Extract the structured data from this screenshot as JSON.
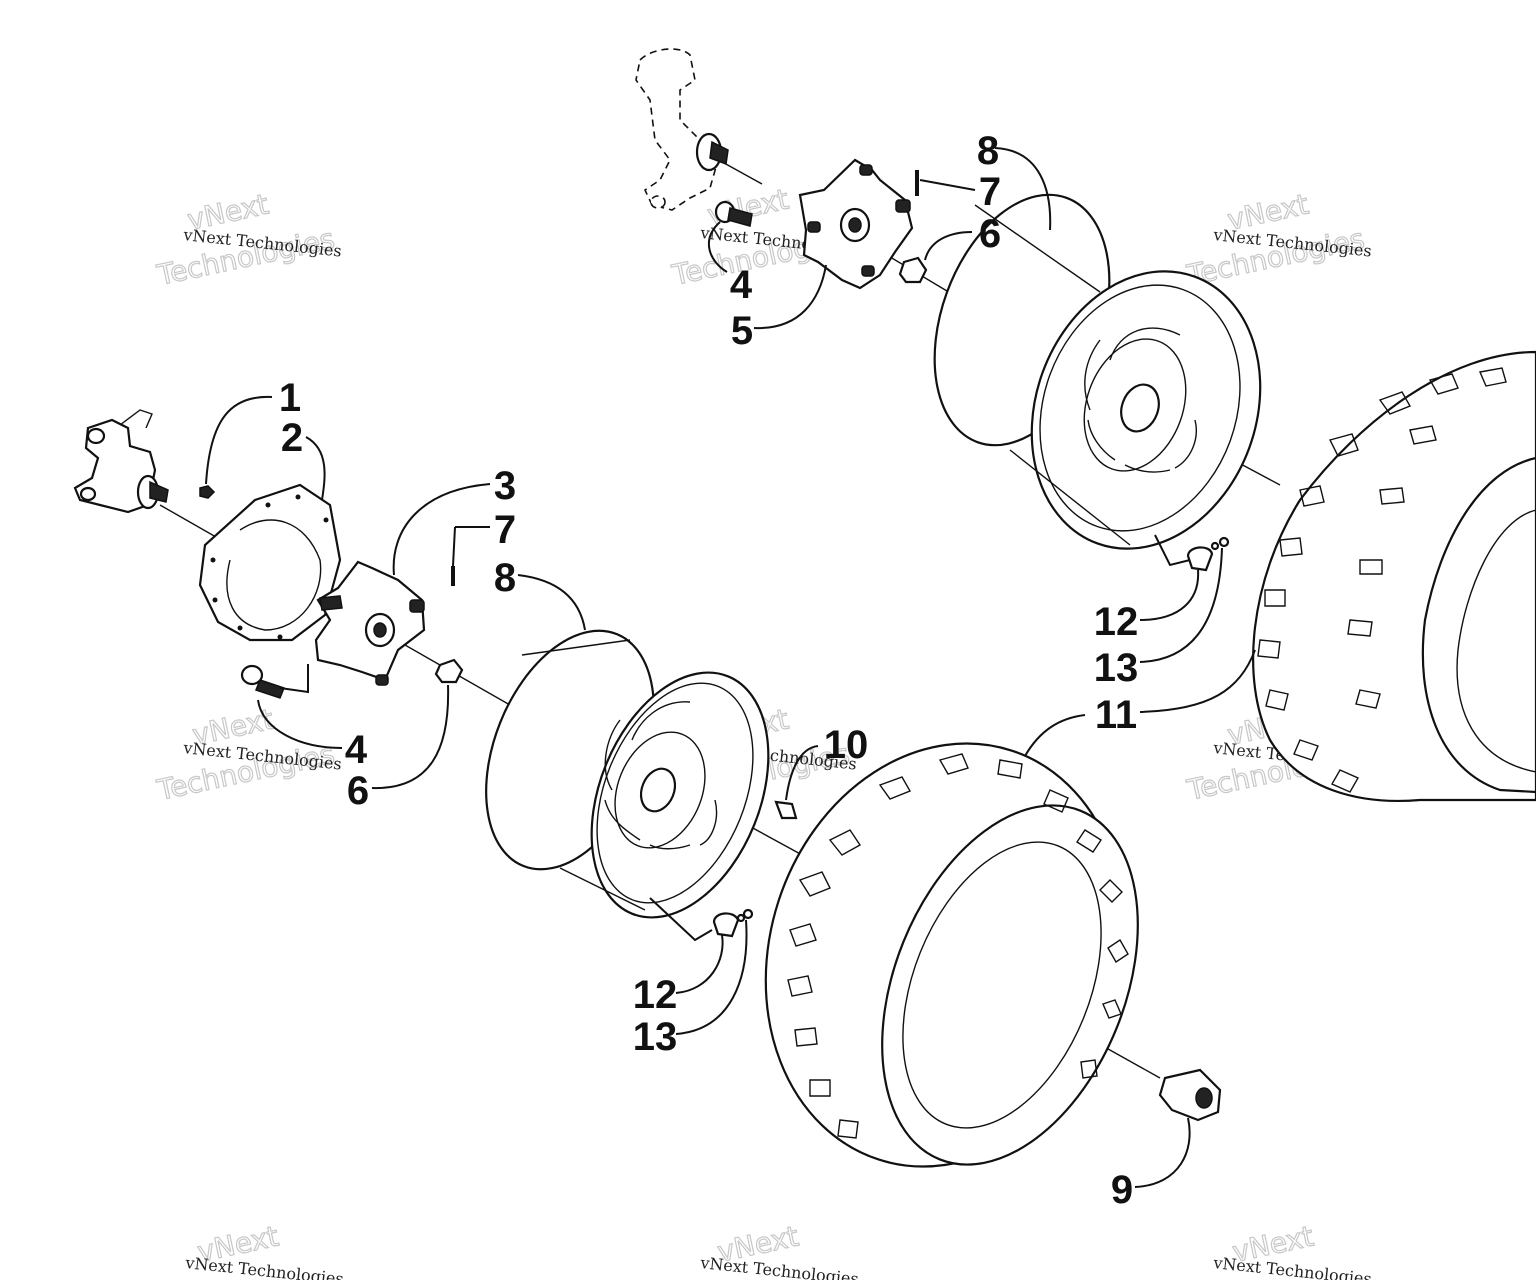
{
  "callouts": {
    "c1": "1",
    "c2": "2",
    "c3": "3",
    "c7a": "7",
    "c8a": "8",
    "c4a": "4",
    "c6a": "6",
    "c10": "10",
    "c8b": "8",
    "c7b": "7",
    "c6b": "6",
    "c4b": "4",
    "c5": "5",
    "c12a": "12",
    "c13a": "13",
    "c11": "11",
    "c12b": "12",
    "c13b": "13",
    "c9": "9"
  },
  "watermark": {
    "small": "vNext Technologies",
    "big_1": "vNext",
    "big_2": "Technologies"
  }
}
